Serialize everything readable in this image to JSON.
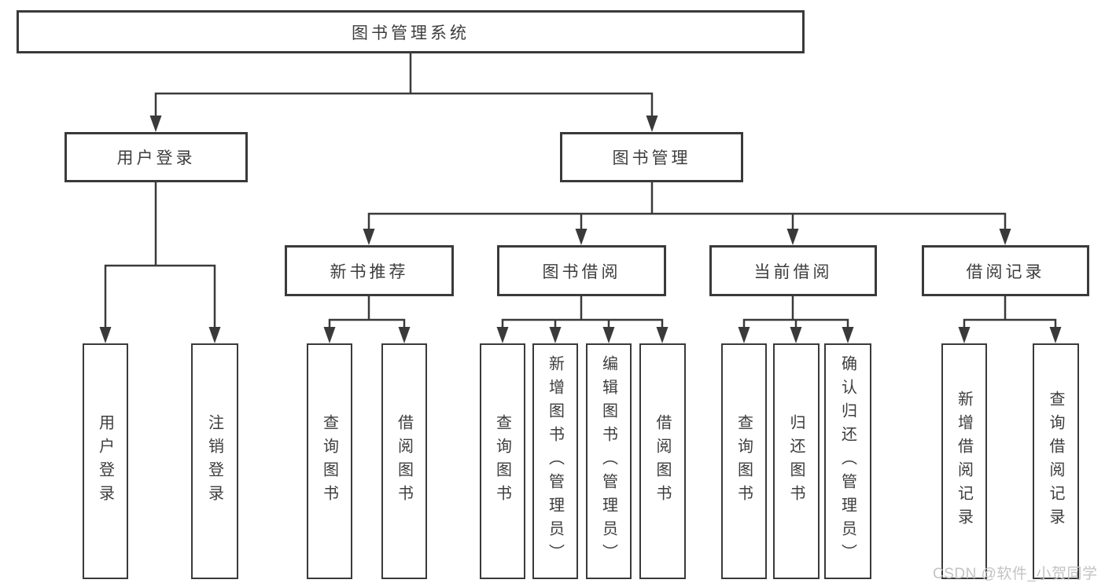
{
  "title": {
    "label": "图书管理系统"
  },
  "modules": [
    {
      "label": "用户登录"
    },
    {
      "label": "图书管理"
    }
  ],
  "submodules": [
    {
      "label": "新书推荐",
      "parent": "图书管理"
    },
    {
      "label": "图书借阅",
      "parent": "图书管理"
    },
    {
      "label": "当前借阅",
      "parent": "图书管理"
    },
    {
      "label": "借阅记录",
      "parent": "图书管理"
    }
  ],
  "functions": [
    {
      "label": "用户登录",
      "parent": "用户登录"
    },
    {
      "label": "注销登录",
      "parent": "用户登录"
    },
    {
      "label": "查询图书",
      "parent": "新书推荐"
    },
    {
      "label": "借阅图书",
      "parent": "新书推荐"
    },
    {
      "label": "查询图书",
      "parent": "图书借阅"
    },
    {
      "label": "新增图书（管理员）",
      "parent": "图书借阅"
    },
    {
      "label": "编辑图书（管理员）",
      "parent": "图书借阅"
    },
    {
      "label": "借阅图书",
      "parent": "图书借阅"
    },
    {
      "label": "查询图书",
      "parent": "当前借阅"
    },
    {
      "label": "归还图书",
      "parent": "当前借阅"
    },
    {
      "label": "确认归还（管理员）",
      "parent": "当前借阅"
    },
    {
      "label": "新增借阅记录",
      "parent": "借阅记录"
    },
    {
      "label": "查询借阅记录",
      "parent": "借阅记录"
    }
  ],
  "watermark": {
    "label": "CSDN @软件_小贺同学"
  },
  "colors": {
    "line": "#3a3a3a",
    "text": "#3d3d3d",
    "watermark": "#c2c3c5",
    "background": "#ffffff"
  }
}
